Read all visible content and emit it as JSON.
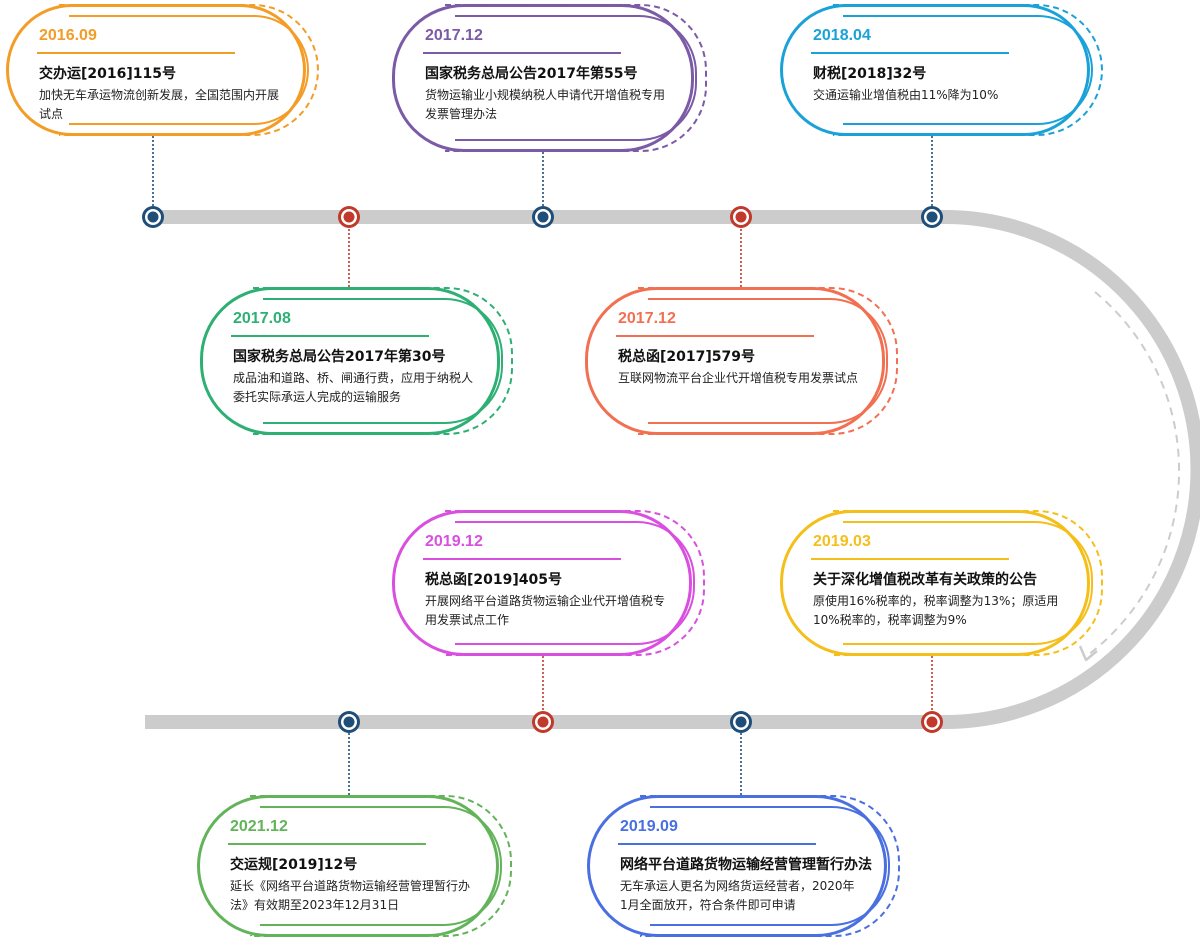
{
  "colors": {
    "track": "#cccccc",
    "node_blue": "#1f4e79",
    "node_red": "#c0392b",
    "arrow": "#cccccc"
  },
  "events": [
    {
      "id": "e1",
      "date": "2016.09",
      "title": "交办运[2016]115号",
      "desc": "加快无车承运物流创新发展，全国范围内开展试点",
      "color": "#f39c26"
    },
    {
      "id": "e2",
      "date": "2017.08",
      "title": "国家税务总局公告2017年第30号",
      "desc": "成品油和道路、桥、闸通行费，应用于纳税人委托实际承运人完成的运输服务",
      "color": "#2eaf74"
    },
    {
      "id": "e3",
      "date": "2017.12",
      "title": "国家税务总局公告2017年第55号",
      "desc": "货物运输业小规模纳税人申请代开增值税专用发票管理办法",
      "color": "#7b5aa6"
    },
    {
      "id": "e4",
      "date": "2017.12",
      "title": "税总函[2017]579号",
      "desc": "互联网物流平台企业代开增值税专用发票试点",
      "color": "#f27052"
    },
    {
      "id": "e5",
      "date": "2018.04",
      "title": "财税[2018]32号",
      "desc": "交通运输业增值税由11%降为10%",
      "color": "#1aa2d8"
    },
    {
      "id": "e6",
      "date": "2019.03",
      "title": "关于深化增值税改革有关政策的公告",
      "desc": "原使用16%税率的，税率调整为13%；原适用10%税率的，税率调整为9%",
      "color": "#f5bf1b"
    },
    {
      "id": "e7",
      "date": "2019.09",
      "title": "网络平台道路货物运输经营管理暂行办法",
      "desc": "无车承运人更名为网络货运经营者，2020年1月全面放开，符合条件即可申请",
      "color": "#4a6fe0"
    },
    {
      "id": "e8",
      "date": "2019.12",
      "title": "税总函[2019]405号",
      "desc": "开展网络平台道路货物运输企业代开增值税专用发票试点工作",
      "color": "#d94fe0"
    },
    {
      "id": "e9",
      "date": "2021.12",
      "title": "交运规[2019]12号",
      "desc": "延长《网络平台道路货物运输经营管理暂行办法》有效期至2023年12月31日",
      "color": "#63b35a"
    }
  ]
}
